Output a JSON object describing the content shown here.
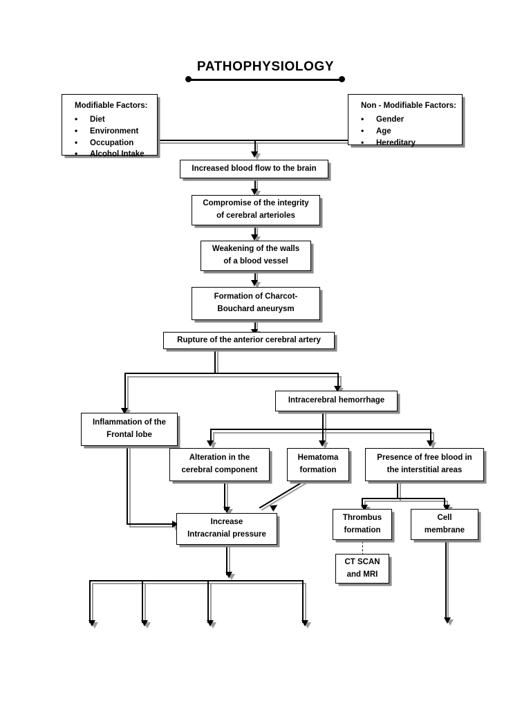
{
  "title": "PATHOPHYSIOLOGY",
  "factors": {
    "modifiable": {
      "header": "Modifiable Factors:",
      "items": [
        "Diet",
        "Environment",
        "Occupation",
        "Alcohol Intake"
      ]
    },
    "non_modifiable": {
      "header": "Non - Modifiable Factors:",
      "items": [
        "Gender",
        "Age",
        "Hereditary"
      ]
    }
  },
  "nodes": {
    "increased_blood_flow": {
      "line1": "Increased blood flow to the brain"
    },
    "compromise_integrity": {
      "line1": "Compromise of the integrity",
      "line2": "of cerebral arterioles"
    },
    "weakening_walls": {
      "line1": "Weakening of the walls",
      "line2": "of a blood vessel"
    },
    "charcot_bouchard": {
      "line1": "Formation of Charcot-",
      "line2": "Bouchard aneurysm"
    },
    "rupture_artery": {
      "line1": "Rupture of the anterior cerebral artery"
    },
    "intracerebral_hemorrhage": {
      "line1": "Intracerebral hemorrhage"
    },
    "inflammation_frontal_lobe": {
      "line1": "Inflammation of the",
      "line2": "Frontal lobe"
    },
    "alteration_cerebral_component": {
      "line1": "Alteration in the",
      "line2": "cerebral component"
    },
    "hematoma_formation": {
      "line1": "Hematoma",
      "line2": "formation"
    },
    "free_blood_interstitial": {
      "line1": "Presence of free blood in",
      "line2": "the interstitial areas"
    },
    "increase_icp": {
      "line1": "Increase",
      "line2": "Intracranial pressure"
    },
    "thrombus_formation": {
      "line1": "Thrombus",
      "line2": "formation"
    },
    "cell_membrane": {
      "line1": "Cell",
      "line2": "membrane"
    },
    "ct_scan_mri": {
      "line1": "CT SCAN",
      "line2": "and MRI"
    }
  },
  "colors": {
    "line": "#000000",
    "shadow": "#9b9b9b",
    "background": "#ffffff"
  }
}
